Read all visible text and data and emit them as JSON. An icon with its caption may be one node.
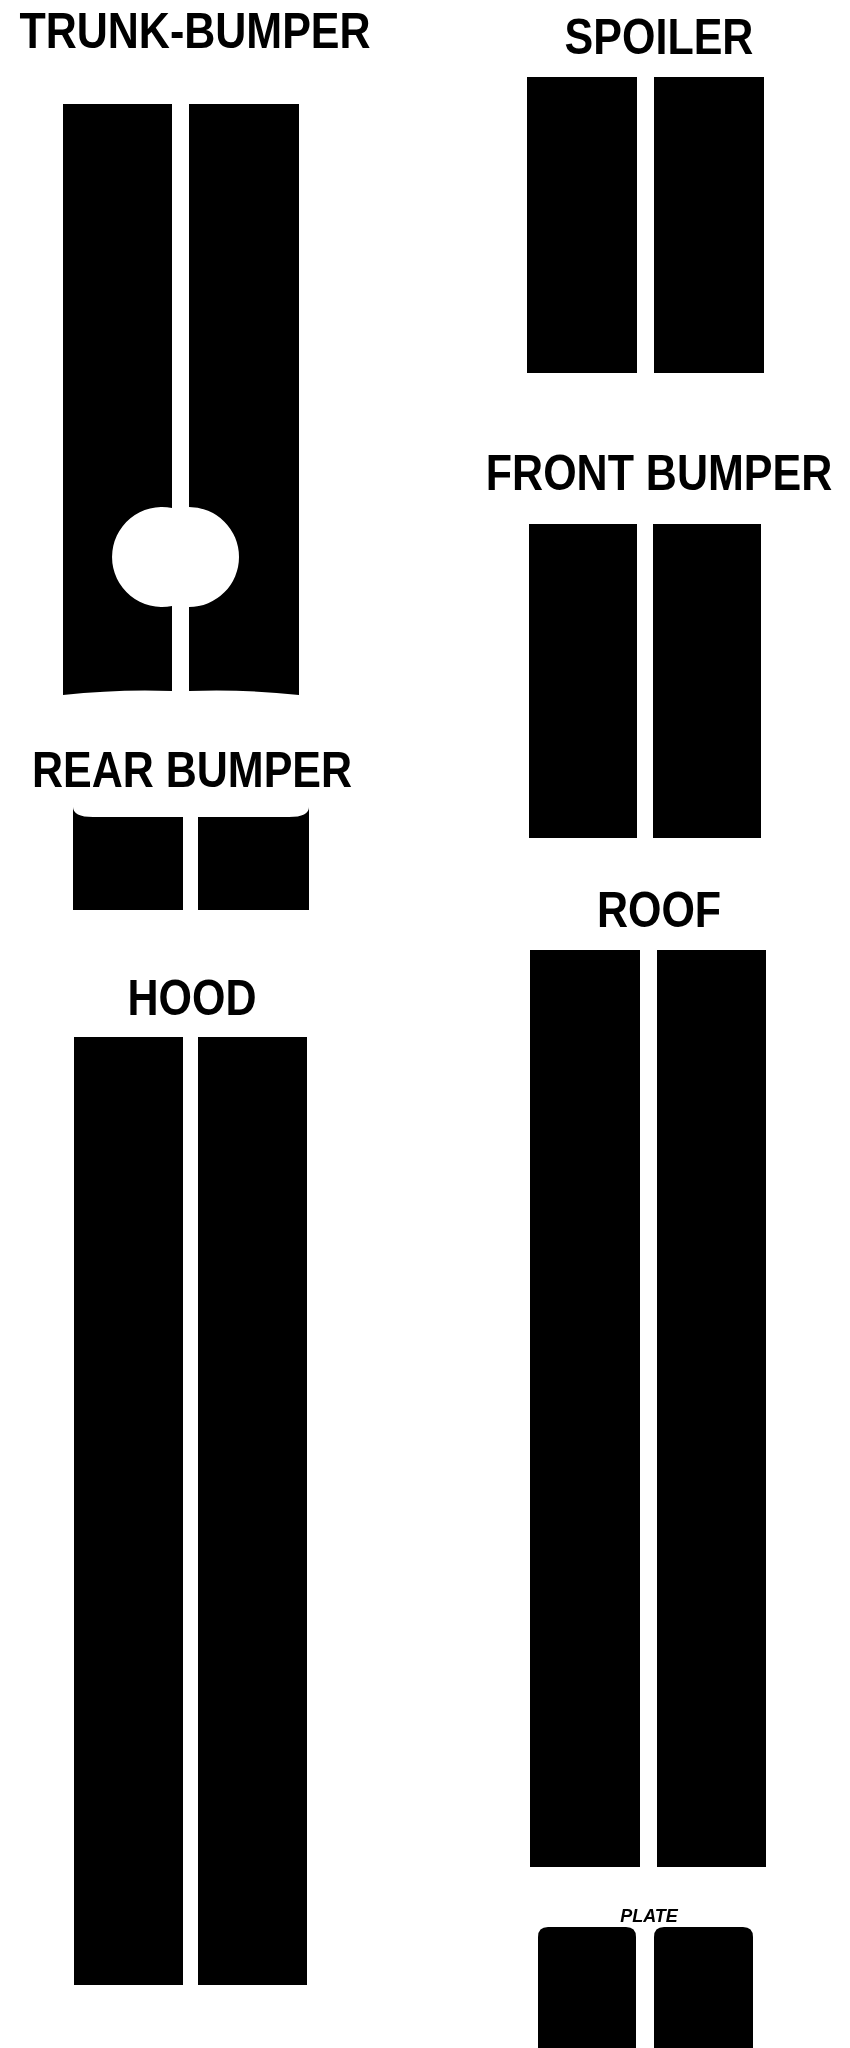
{
  "diagram": {
    "nodes": [
      {
        "text": [
          "TRUNK-BUMPER"
        ]
      },
      {
        "text": [],
        "shape": "bar",
        "in": 0
      },
      {
        "text": [],
        "shape": "bar",
        "in": 0
      },
      {
        "text": [
          "SPOILER"
        ]
      },
      {
        "text": [],
        "shape": "bar",
        "in": 3
      },
      {
        "text": [],
        "shape": "bar",
        "in": 3
      },
      {
        "text": [
          "FRONT BUMPER"
        ]
      },
      {
        "text": [],
        "shape": "bar",
        "in": 6
      },
      {
        "text": [],
        "shape": "bar",
        "in": 6
      },
      {
        "text": [
          "REAR BUMPER"
        ]
      },
      {
        "text": [],
        "shape": "bar",
        "in": 9
      },
      {
        "text": [],
        "shape": "bar",
        "in": 9
      },
      {
        "text": [
          "ROOF"
        ]
      },
      {
        "text": [],
        "shape": "bar",
        "in": 12
      },
      {
        "text": [],
        "shape": "bar",
        "in": 12
      },
      {
        "text": [
          "HOOD"
        ]
      },
      {
        "text": [],
        "shape": "bar",
        "in": 15
      },
      {
        "text": [],
        "shape": "bar",
        "in": 15
      },
      {
        "text": [
          "PLATE"
        ]
      },
      {
        "text": [],
        "shape": "bar",
        "in": 18
      },
      {
        "text": [],
        "shape": "bar",
        "in": 18
      }
    ]
  }
}
